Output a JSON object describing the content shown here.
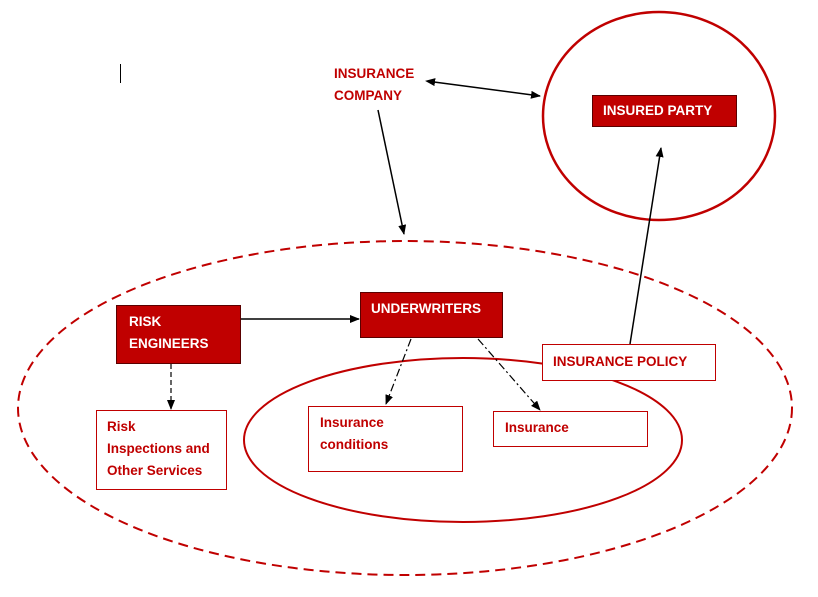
{
  "colors": {
    "brand_red": "#c00000",
    "arrow": "#000000",
    "text_on_red": "#ffffff"
  },
  "nodes": {
    "insurance_company": {
      "line1": "INSURANCE",
      "line2": "COMPANY"
    },
    "insured_party": {
      "label": "INSURED PARTY"
    },
    "risk_engineers": {
      "line1": "RISK",
      "line2": "ENGINEERS"
    },
    "underwriters": {
      "label": "UNDERWRITERS"
    },
    "insurance_policy": {
      "label": "INSURANCE POLICY"
    },
    "risk_inspections": {
      "line1": "Risk",
      "line2": "Inspections and",
      "line3": "Other Services"
    },
    "insurance_conditions": {
      "line1": "Insurance",
      "line2": "conditions"
    },
    "insurance": {
      "label": "Insurance"
    }
  }
}
